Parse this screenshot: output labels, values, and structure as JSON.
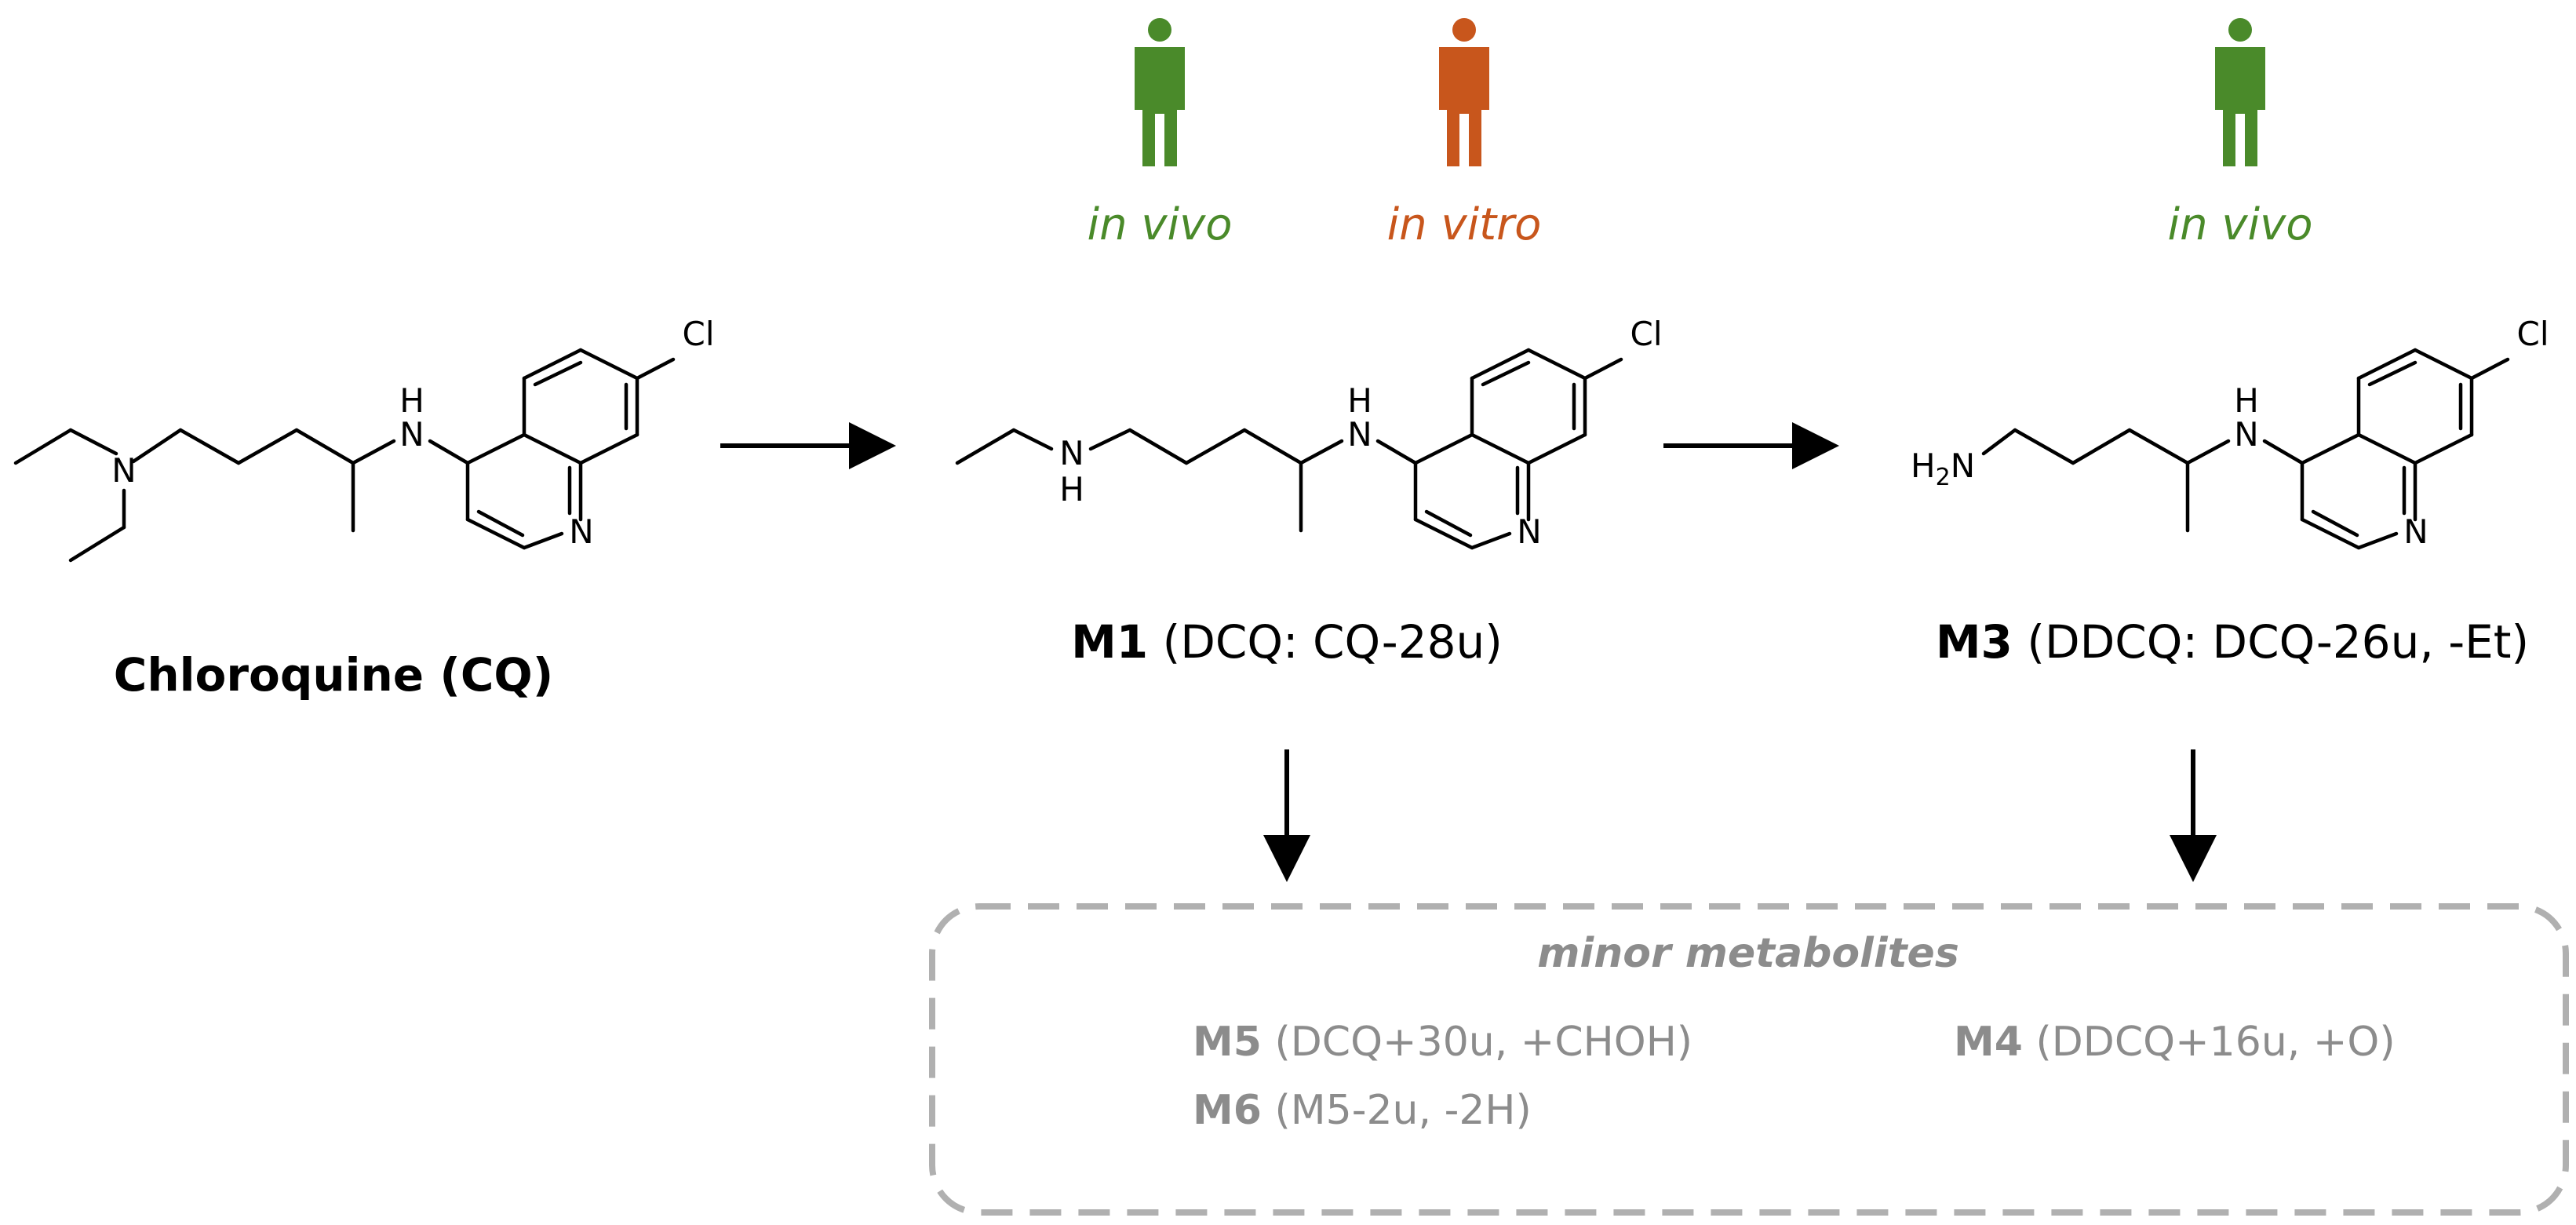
{
  "colors": {
    "in_vivo": "#4a8a2a",
    "in_vitro": "#c8561c",
    "minor": "#8c8c8c",
    "box_border": "#b0b0b0"
  },
  "icons": [
    "person-in-vivo-icon",
    "person-in-vitro-icon",
    "person-in-vivo-icon"
  ],
  "conditions": {
    "m1_in_vivo": "in vivo",
    "m1_in_vitro": "in vitro",
    "m3_in_vivo": "in vivo"
  },
  "atoms": {
    "cl": "Cl",
    "n": "N",
    "h": "H",
    "h2": "H",
    "h2_sub": "2"
  },
  "compounds": {
    "cq": {
      "name": "Chloroquine (CQ)"
    },
    "m1": {
      "id": "M1",
      "desc": " (DCQ: CQ-28u)"
    },
    "m3": {
      "id": "M3",
      "desc": " (DDCQ: DCQ-26u, -Et)"
    }
  },
  "minor_box": {
    "title": "minor metabolites",
    "m5": {
      "id": "M5",
      "desc": " (DCQ+30u, +CHOH)"
    },
    "m6": {
      "id": "M6",
      "desc": " (M5-2u, -2H)"
    },
    "m4": {
      "id": "M4",
      "desc": " (DDCQ+16u, +O)"
    }
  }
}
